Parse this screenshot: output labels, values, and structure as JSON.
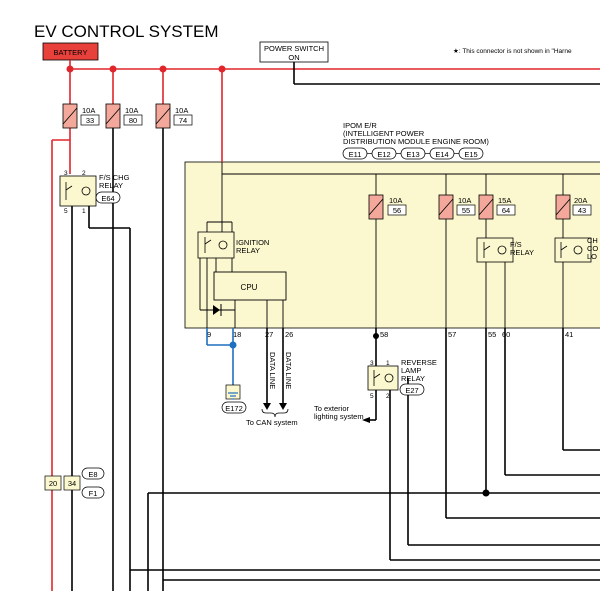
{
  "title": "EV CONTROL SYSTEM",
  "battery_label": "BATTERY",
  "power_switch": {
    "line1": "POWER SWITCH",
    "line2": "ON"
  },
  "note": "★: This connector is not shown in \"Harne",
  "ipom": {
    "line1": "IPOM E/R",
    "line2": "(INTELLIGENT POWER",
    "line3": "DISTRIBUTION MODULE ENGINE ROOM)",
    "connectors": [
      "E11",
      "E12",
      "E13",
      "E14",
      "E15"
    ]
  },
  "fuses_left": [
    {
      "rating": "10A",
      "number": "33"
    },
    {
      "rating": "10A",
      "number": "80"
    },
    {
      "rating": "10A",
      "number": "74"
    }
  ],
  "fuses_ipom": [
    {
      "rating": "10A",
      "number": "56"
    },
    {
      "rating": "10A",
      "number": "55"
    },
    {
      "rating": "15A",
      "number": "64"
    },
    {
      "rating": "20A",
      "number": "43"
    }
  ],
  "fs_chg_relay": {
    "line1": "F/S CHG",
    "line2": "RELAY",
    "connector": "E64",
    "pins": [
      "3",
      "2",
      "5",
      "1"
    ]
  },
  "ignition_relay": {
    "line1": "IGNITION",
    "line2": "RELAY"
  },
  "fs_relay": {
    "line1": "F/S",
    "line2": "RELAY"
  },
  "chg_relay_partial": {
    "line1": "CH",
    "line2": "CO",
    "line3": "LO"
  },
  "cpu_label": "CPU",
  "ipom_pins": [
    "9",
    "18",
    "27",
    "26",
    "58",
    "57",
    "55",
    "60",
    "41"
  ],
  "data_lines": [
    "DATA LINE",
    "DATA LINE"
  ],
  "to_can": "To CAN system",
  "ground_connector": "E172",
  "reverse_relay": {
    "line1": "REVERSE",
    "line2": "LAMP",
    "line3": "RELAY",
    "connector": "E27",
    "pins": [
      "3",
      "1",
      "5",
      "2"
    ]
  },
  "to_exterior": {
    "line1": "To exterior",
    "line2": "lighting system"
  },
  "joint_connectors": {
    "pins": [
      "20",
      "34"
    ],
    "labels": [
      "E8",
      "F1"
    ]
  },
  "colors": {
    "power_wire": "#e0262b",
    "signal_wire": "#000000",
    "ground_wire": "#1f6fc0",
    "module_fill": "#fbf8cf",
    "battery_fill": "#e8413c",
    "fuse_fill": "#f3a89b"
  }
}
